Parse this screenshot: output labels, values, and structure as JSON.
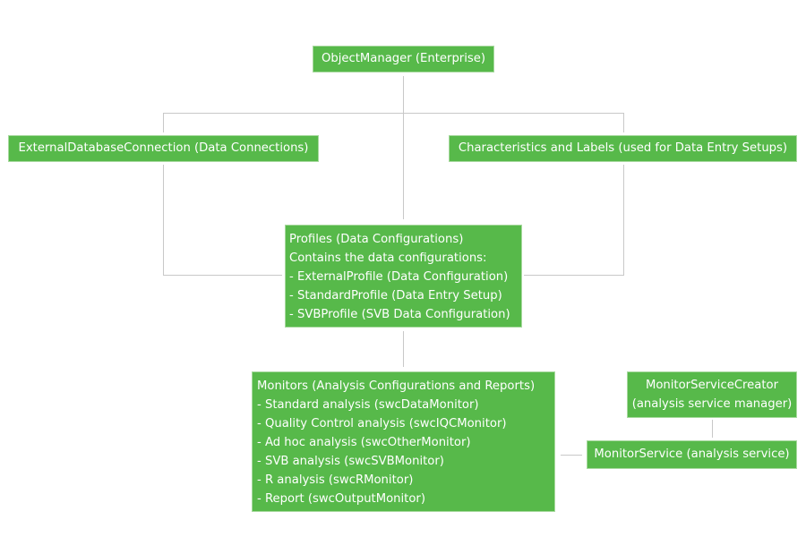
{
  "nodes": {
    "object_manager": {
      "label": "ObjectManager (Enterprise)"
    },
    "external_db": {
      "label": "ExternalDatabaseConnection (Data Connections)"
    },
    "characteristics": {
      "label": "Characteristics and Labels (used for Data Entry Setups)"
    },
    "profiles": {
      "lines": [
        "Profiles (Data Configurations)",
        "Contains the data configurations:",
        "- ExternalProfile (Data Configuration)",
        "- StandardProfile (Data Entry Setup)",
        "- SVBProfile (SVB Data Configuration)"
      ]
    },
    "monitors": {
      "lines": [
        "Monitors (Analysis Configurations and Reports)",
        "- Standard analysis (swcDataMonitor)",
        "- Quality Control analysis (swcIQCMonitor)",
        "- Ad hoc analysis (swcOtherMonitor)",
        "- SVB analysis (swcSVBMonitor)",
        "- R analysis (swcRMonitor)",
        "- Report (swcOutputMonitor)"
      ]
    },
    "monitor_service_creator": {
      "lines": [
        "MonitorServiceCreator",
        "(analysis service manager)"
      ]
    },
    "monitor_service": {
      "label": "MonitorService (analysis service)"
    }
  }
}
